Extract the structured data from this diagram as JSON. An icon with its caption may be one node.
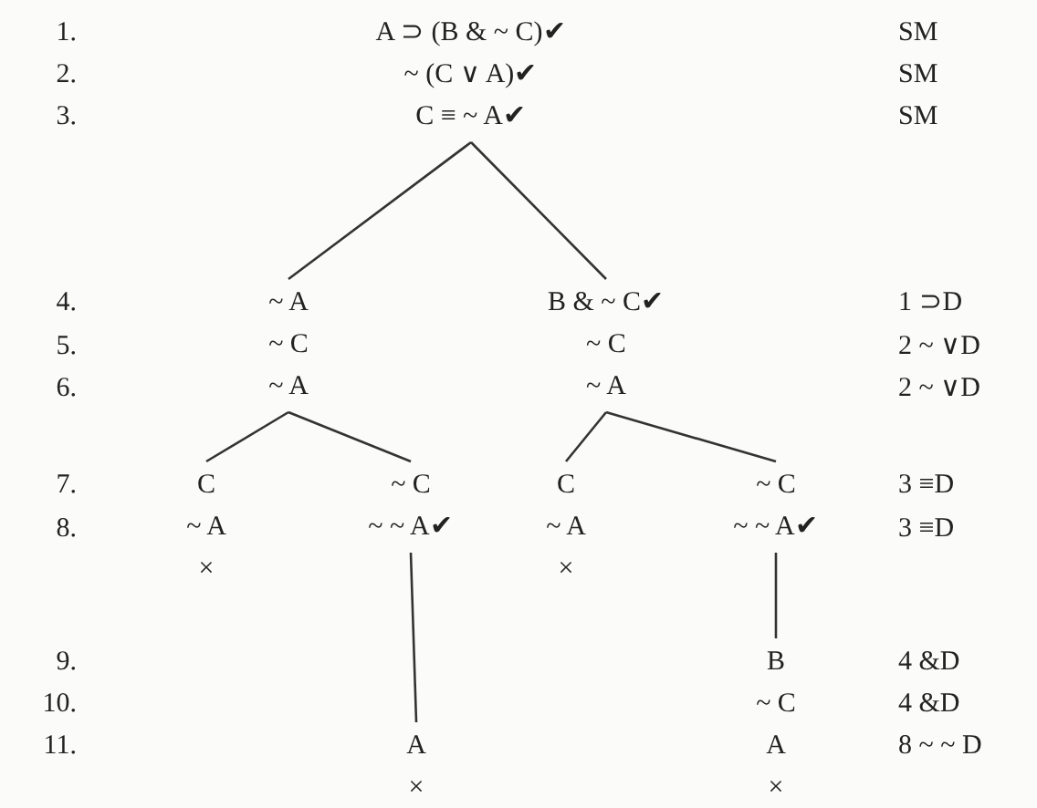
{
  "diagram": {
    "nodes": [
      {
        "text": [
          "A ⊃ (B & ~ C)✔",
          "~ (C ∨ A)✔",
          "C ≡ ~ A✔"
        ]
      },
      {
        "text": [
          "~ A",
          "~ C",
          "~ A"
        ]
      },
      {
        "text": [
          "B & ~ C✔",
          "~ C",
          "~ A"
        ]
      },
      {
        "text": [
          "C",
          "~ A",
          "×"
        ]
      },
      {
        "text": [
          "~ C",
          "~ ~ A✔"
        ]
      },
      {
        "text": [
          "C",
          "~ A",
          "×"
        ]
      },
      {
        "text": [
          "~ C",
          "~ ~ A✔"
        ]
      },
      {
        "text": [
          "A",
          "×"
        ]
      },
      {
        "text": [
          "B",
          "~ C",
          "A",
          "×"
        ]
      }
    ],
    "edges": [
      {
        "from": 0,
        "to": 1,
        "arrow": "none"
      },
      {
        "from": 0,
        "to": 2,
        "arrow": "none"
      },
      {
        "from": 1,
        "to": 3,
        "arrow": "none"
      },
      {
        "from": 1,
        "to": 4,
        "arrow": "none"
      },
      {
        "from": 2,
        "to": 5,
        "arrow": "none"
      },
      {
        "from": 2,
        "to": 6,
        "arrow": "none"
      },
      {
        "from": 4,
        "to": 7,
        "arrow": "none"
      },
      {
        "from": 6,
        "to": 8,
        "arrow": "none"
      }
    ],
    "labels": [
      "1.",
      "SM",
      "2.",
      "SM",
      "3.",
      "SM",
      "4.",
      "1 ⊃D",
      "5.",
      "2 ~ ∨D",
      "6.",
      "2 ~ ∨D",
      "7.",
      "3 ≡D",
      "8.",
      "3 ≡D",
      "9.",
      "4 &D",
      "10.",
      "4 &D",
      "11.",
      "8 ~ ~ D"
    ]
  }
}
